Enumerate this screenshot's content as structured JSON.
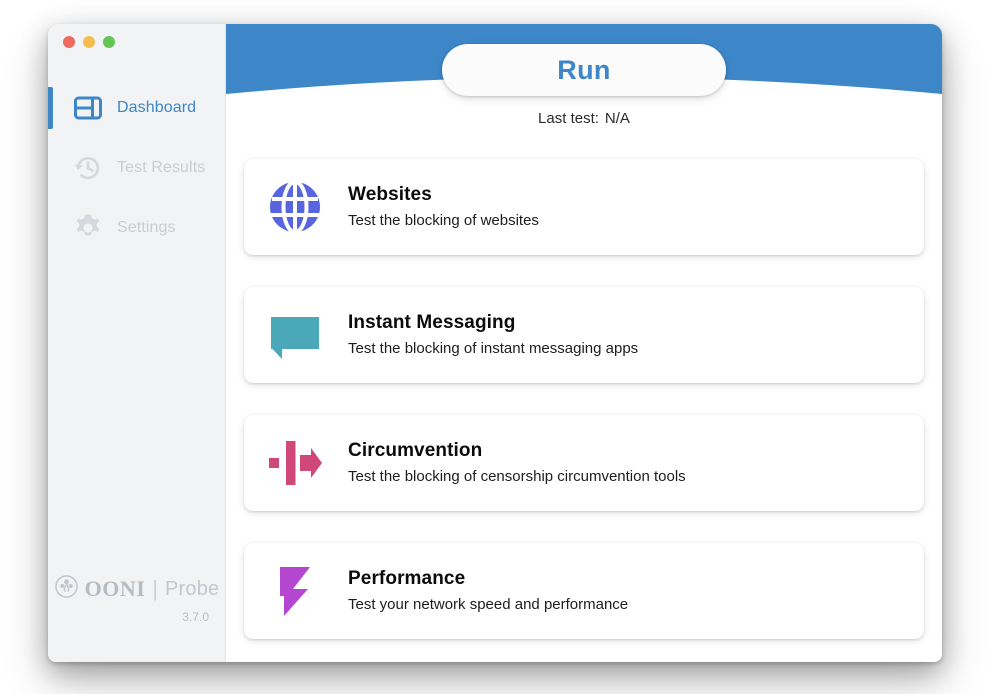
{
  "app": {
    "name": "OONI Probe",
    "version": "3.7.0",
    "brand_primary": "OONI",
    "brand_separator": "|",
    "brand_secondary": "Probe"
  },
  "window_controls": {
    "close": {
      "name": "close",
      "color": "#ec6a5e"
    },
    "minimize": {
      "name": "minimize",
      "color": "#f5bd4f"
    },
    "zoom": {
      "name": "zoom",
      "color": "#62c554"
    }
  },
  "sidebar": {
    "items": [
      {
        "label": "Dashboard",
        "icon": "dashboard-icon",
        "active": true,
        "disabled": false
      },
      {
        "label": "Test Results",
        "icon": "history-clock-icon",
        "active": false,
        "disabled": true
      },
      {
        "label": "Settings",
        "icon": "gear-icon",
        "active": false,
        "disabled": true
      }
    ]
  },
  "header": {
    "run_label": "Run",
    "last_test_label": "Last test:",
    "last_test_value": "N/A",
    "band_color": "#3d87c9",
    "accent_color": "#3d87c9"
  },
  "cards": [
    {
      "title": "Websites",
      "subtitle": "Test the blocking of websites",
      "icon": "globe-icon",
      "color": "#5964e0"
    },
    {
      "title": "Instant Messaging",
      "subtitle": "Test the blocking of instant messaging apps",
      "icon": "chat-bubble-icon",
      "color": "#4ba8b9"
    },
    {
      "title": "Circumvention",
      "subtitle": "Test the blocking of censorship circumvention tools",
      "icon": "circumvention-arrow-icon",
      "color": "#d0487a"
    },
    {
      "title": "Performance",
      "subtitle": "Test your network speed and performance",
      "icon": "lightning-bolt-icon",
      "color": "#b546cf"
    }
  ]
}
